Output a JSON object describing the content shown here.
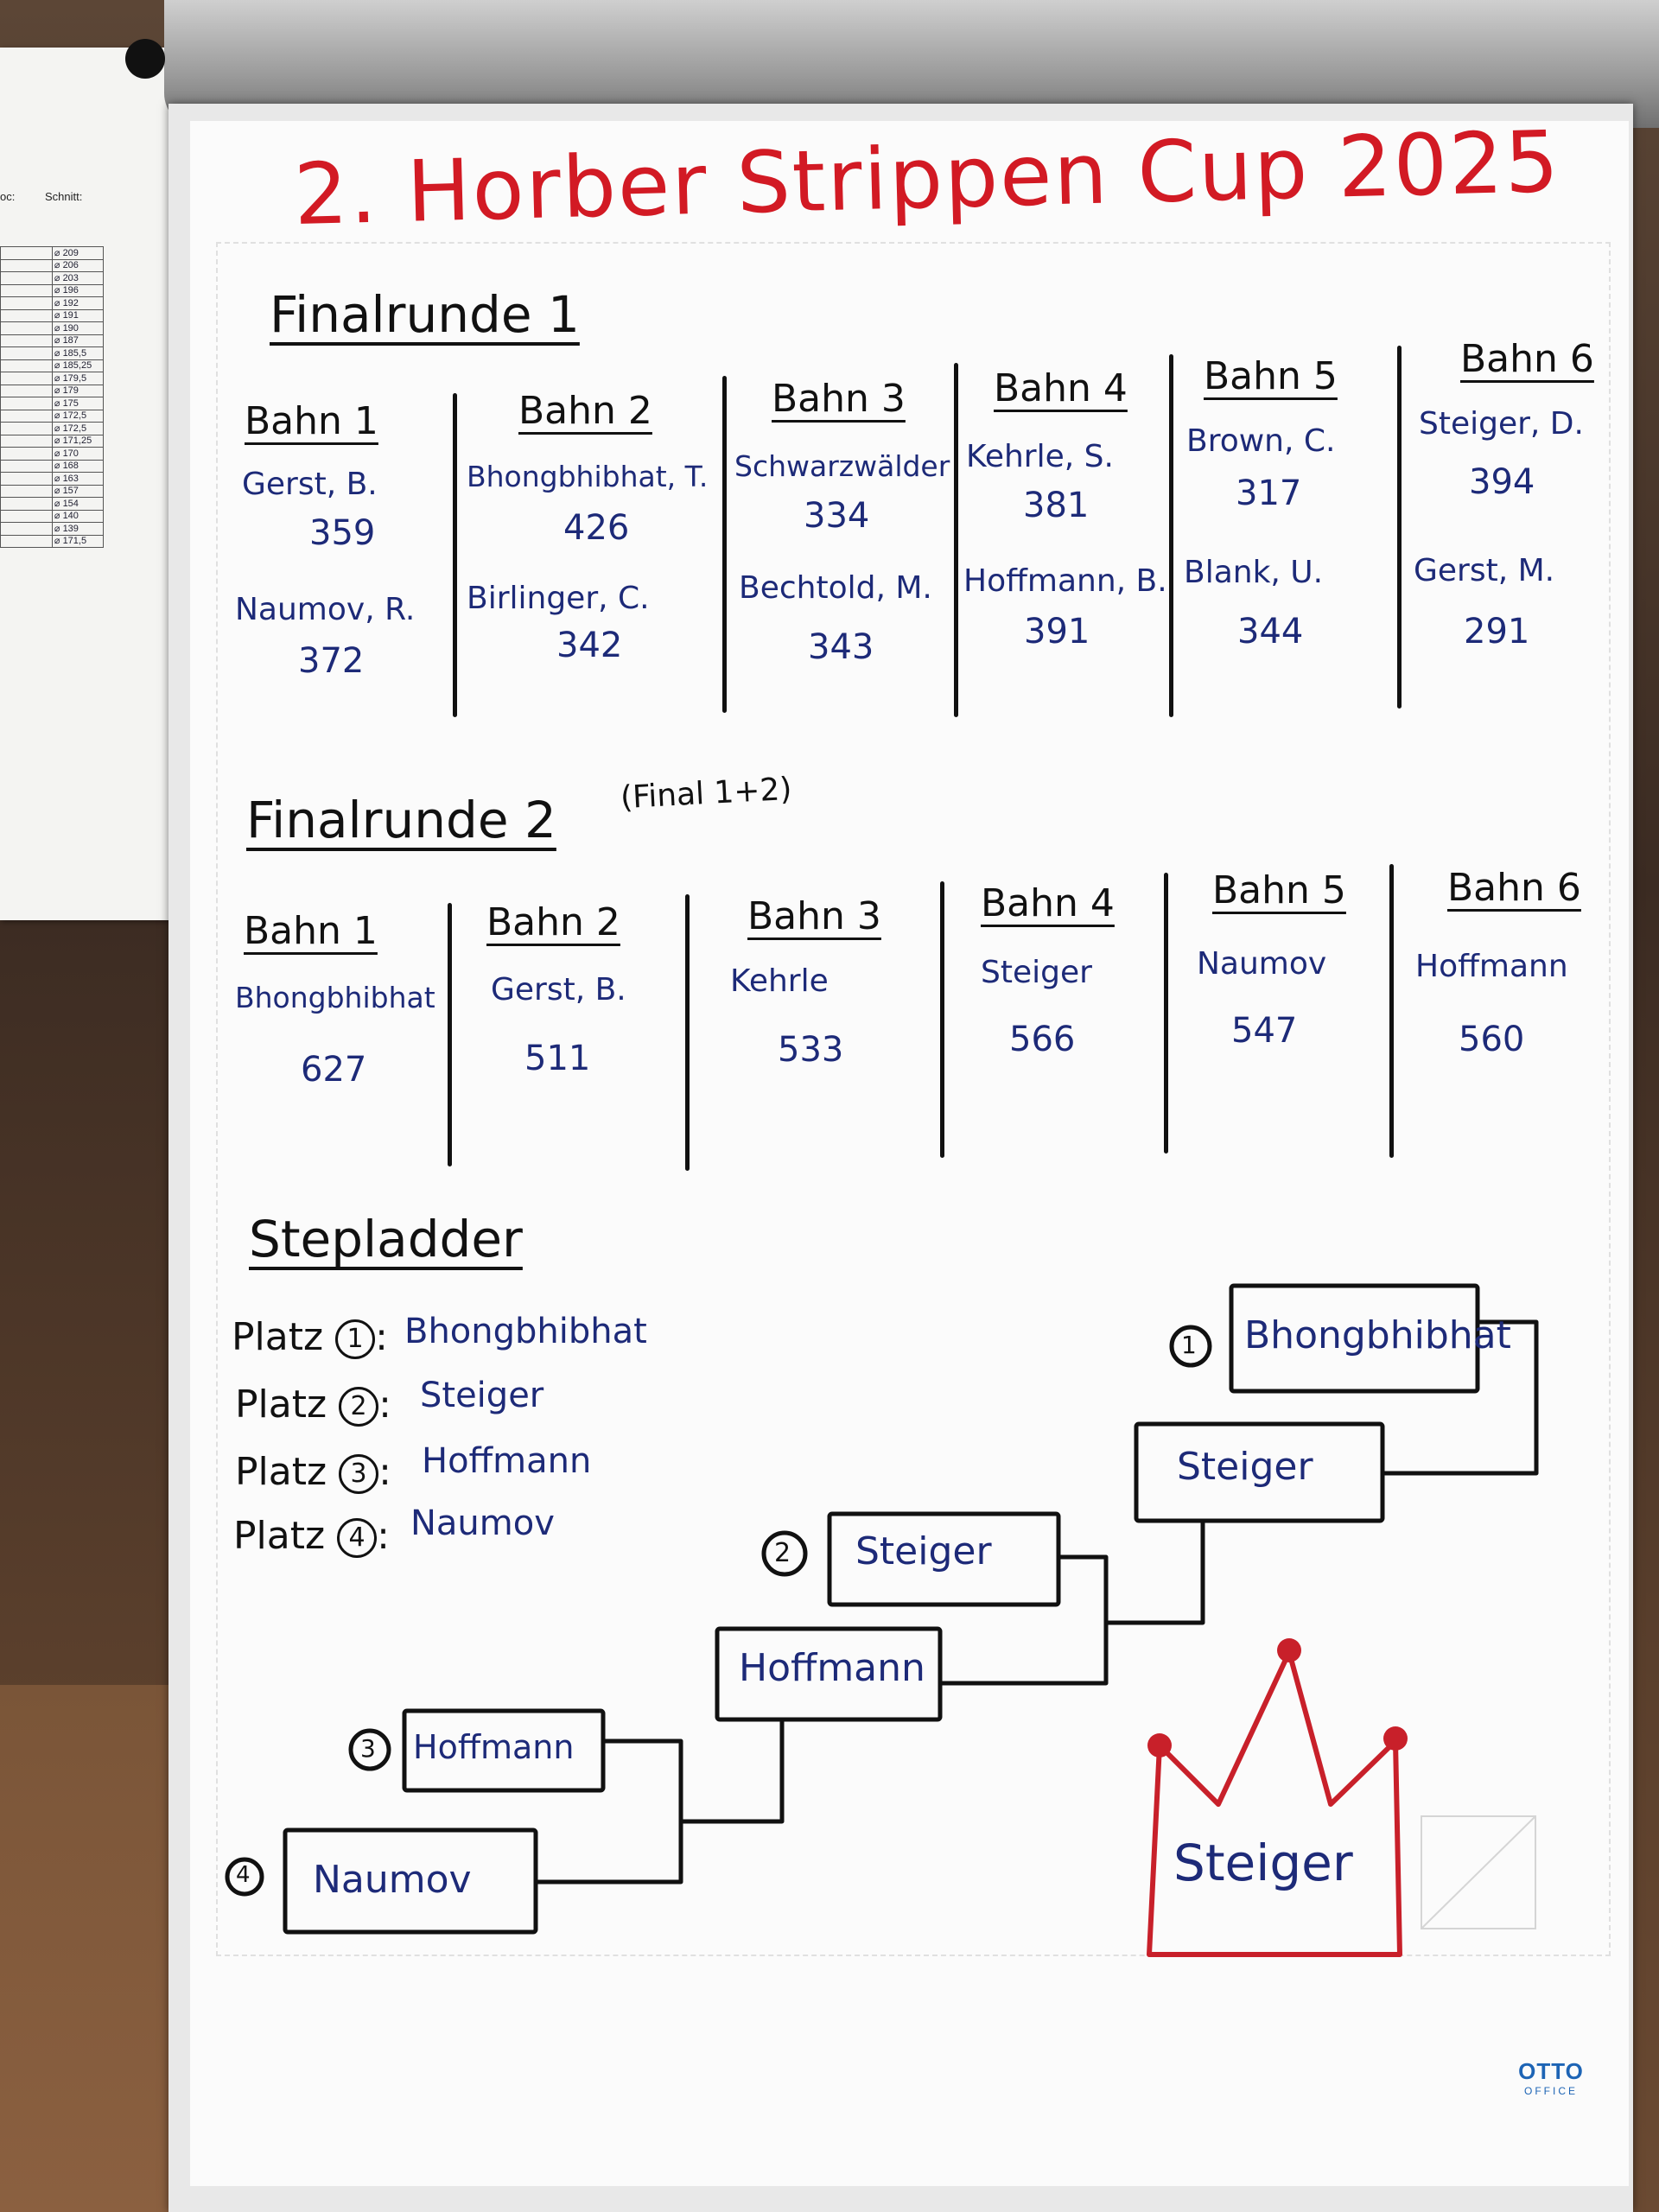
{
  "title": "2. Horber Strippen Cup 2025",
  "side_list": {
    "headers": [
      "oc:",
      "Schnitt:"
    ],
    "values": [
      "⌀ 209",
      "⌀ 206",
      "⌀ 203",
      "⌀ 196",
      "⌀ 192",
      "⌀ 191",
      "⌀ 190",
      "⌀ 187",
      "⌀ 185,5",
      "⌀ 185,25",
      "⌀ 179,5",
      "⌀ 179",
      "⌀ 175",
      "⌀ 172,5",
      "⌀ 172,5",
      "⌀ 171,25",
      "⌀ 170",
      "⌀ 168",
      "⌀ 163",
      "⌀ 157",
      "⌀ 154",
      "⌀ 140",
      "⌀ 139",
      "⌀ 171,5"
    ]
  },
  "finalrunde1": {
    "heading": "Finalrunde 1",
    "lanes": [
      {
        "label": "Bahn 1",
        "players": [
          {
            "name": "Gerst, B.",
            "score": "359"
          },
          {
            "name": "Naumov, R.",
            "score": "372"
          }
        ]
      },
      {
        "label": "Bahn 2",
        "players": [
          {
            "name": "Bhongbhibhat, T.",
            "score": "426"
          },
          {
            "name": "Birlinger, C.",
            "score": "342"
          }
        ]
      },
      {
        "label": "Bahn 3",
        "players": [
          {
            "name": "Schwarzwälder",
            "score": "334"
          },
          {
            "name": "Bechtold, M.",
            "score": "343"
          }
        ]
      },
      {
        "label": "Bahn 4",
        "players": [
          {
            "name": "Kehrle, S.",
            "score": "381"
          },
          {
            "name": "Hoffmann, B.",
            "score": "391"
          }
        ]
      },
      {
        "label": "Bahn 5",
        "players": [
          {
            "name": "Brown, C.",
            "score": "317"
          },
          {
            "name": "Blank, U.",
            "score": "344"
          }
        ]
      },
      {
        "label": "Bahn 6",
        "players": [
          {
            "name": "Steiger, D.",
            "score": "394"
          },
          {
            "name": "Gerst, M.",
            "score": "291"
          }
        ]
      }
    ]
  },
  "finalrunde2": {
    "heading": "Finalrunde 2",
    "note": "(Final 1+2)",
    "lanes": [
      {
        "label": "Bahn 1",
        "name": "Bhongbhibhat",
        "score": "627"
      },
      {
        "label": "Bahn 2",
        "name": "Gerst, B.",
        "score": "511"
      },
      {
        "label": "Bahn 3",
        "name": "Kehrle",
        "score": "533"
      },
      {
        "label": "Bahn 4",
        "name": "Steiger",
        "score": "566"
      },
      {
        "label": "Bahn 5",
        "name": "Naumov",
        "score": "547"
      },
      {
        "label": "Bahn 6",
        "name": "Hoffmann",
        "score": "560"
      }
    ]
  },
  "stepladder": {
    "heading": "Stepladder",
    "places": [
      {
        "label": "Platz",
        "num": "1",
        "name": "Bhongbhibhat"
      },
      {
        "label": "Platz",
        "num": "2",
        "name": "Steiger"
      },
      {
        "label": "Platz",
        "num": "3",
        "name": "Hoffmann"
      },
      {
        "label": "Platz",
        "num": "4",
        "name": "Naumov"
      }
    ],
    "bracket": {
      "seed1": "Bhongbhibhat",
      "seed2": "Steiger",
      "seed3": "Hoffmann",
      "seed4": "Naumov",
      "match1_winner": "Hoffmann",
      "match2_winner": "Steiger",
      "nums": [
        "1",
        "2",
        "3",
        "4"
      ]
    },
    "champion": "Steiger"
  },
  "logo": {
    "line1": "OTTO",
    "line2": "OFFICE"
  },
  "colors": {
    "title_red": "#d21a24",
    "ink_blue": "#1d2a78",
    "ink_black": "#111111",
    "crown_red": "#c8202a"
  }
}
